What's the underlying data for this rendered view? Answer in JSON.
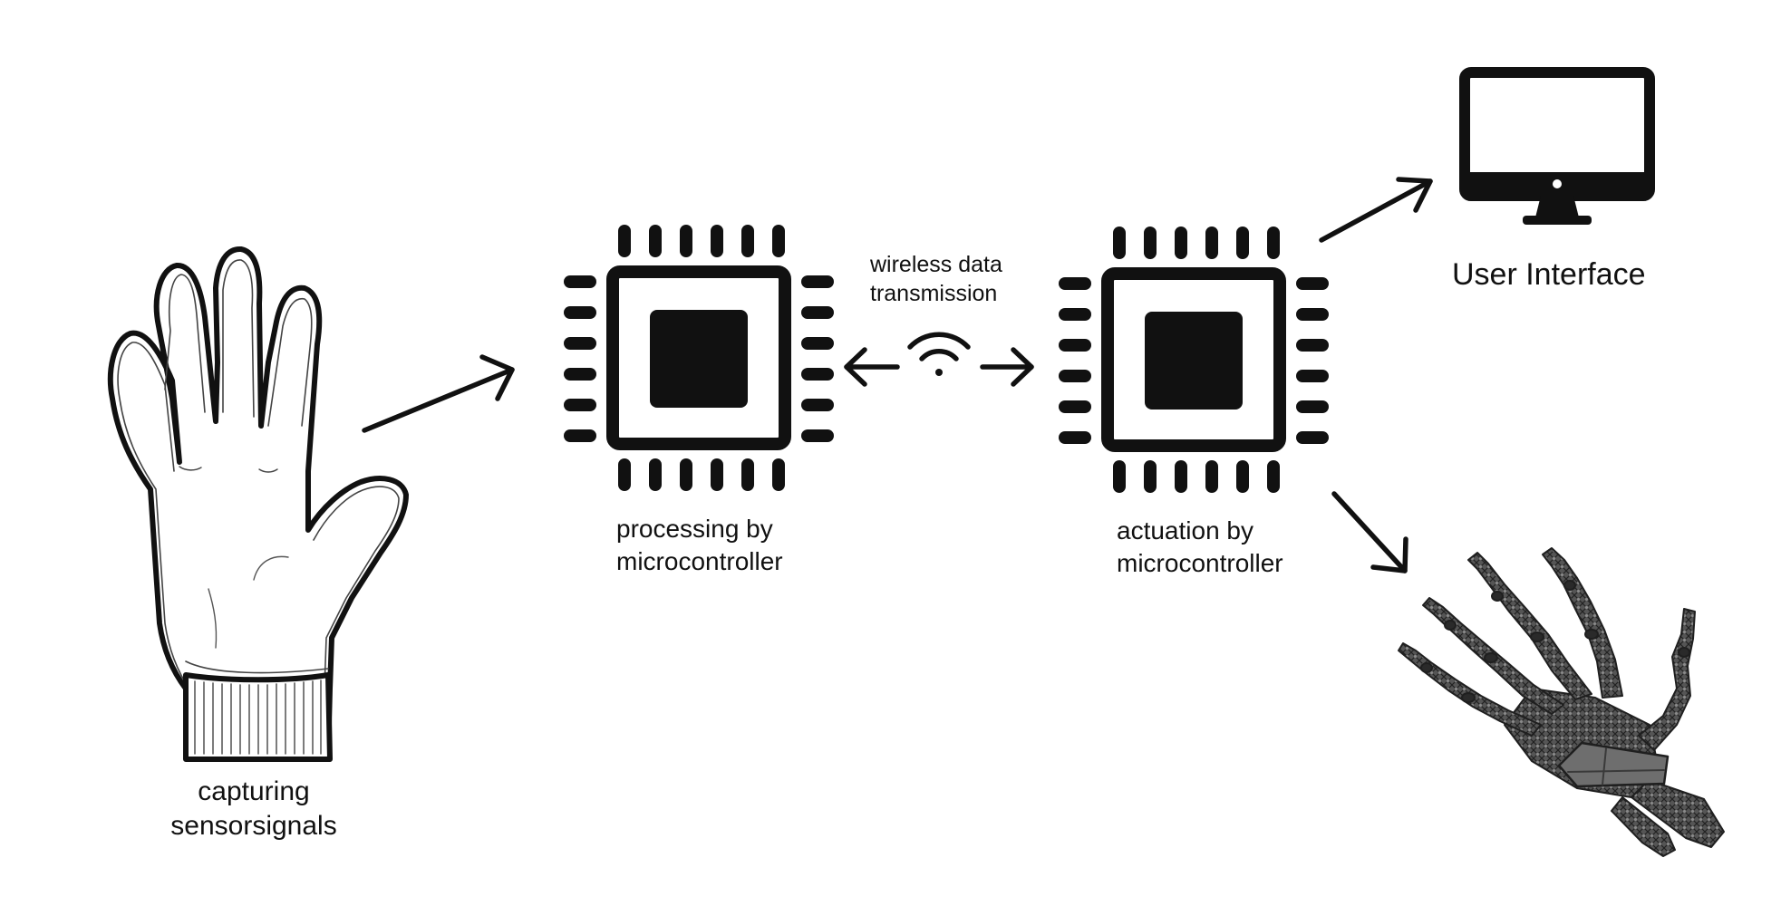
{
  "nodes": {
    "glove": {
      "icon": "knitted-glove",
      "label_lines": [
        "capturing",
        "sensorsignals"
      ]
    },
    "processing": {
      "icon": "microchip",
      "label_lines": [
        "processing by",
        "microcontroller"
      ]
    },
    "wireless": {
      "icon": "wifi-signal",
      "label_lines": [
        "wireless data",
        "transmission"
      ]
    },
    "actuation": {
      "icon": "microchip",
      "label_lines": [
        "actuation by",
        "microcontroller"
      ]
    },
    "user_interface": {
      "icon": "desktop-monitor",
      "label": "User Interface"
    },
    "robotic_hand": {
      "icon": "robotic-skeleton-hand"
    }
  },
  "edges": [
    {
      "from": "glove",
      "to": "processing",
      "direction": "forward"
    },
    {
      "from": "processing",
      "to": "actuation",
      "direction": "bidirectional",
      "via": "wireless"
    },
    {
      "from": "actuation",
      "to": "user_interface",
      "direction": "forward"
    },
    {
      "from": "actuation",
      "to": "robotic_hand",
      "direction": "forward"
    }
  ],
  "colors": {
    "ink": "#111111",
    "background": "#ffffff",
    "mesh": "#3d3d3d"
  }
}
